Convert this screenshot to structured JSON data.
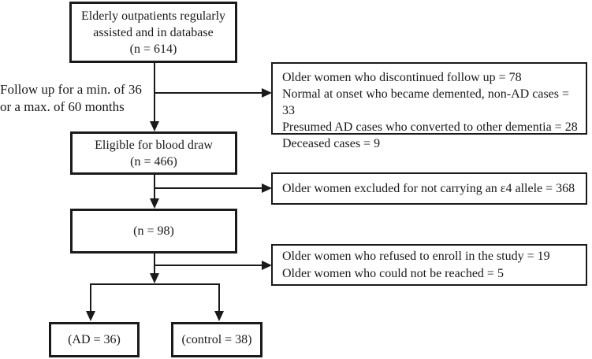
{
  "diagram": {
    "side_note": {
      "lines": [
        "Follow up for a min. of 36",
        "or a max. of 60 months"
      ]
    },
    "boxes": {
      "outpatients": {
        "lines": [
          "Elderly outpatients regularly",
          "assisted and in database",
          "(n = 614)"
        ]
      },
      "eligible": {
        "lines": [
          "Eligible for blood draw",
          "(n = 466)"
        ]
      },
      "n98": {
        "label": "(n = 98)"
      },
      "ad": {
        "label": "(AD = 36)"
      },
      "control": {
        "label": "(control = 38)"
      },
      "exclusion1": {
        "lines": [
          "Older women who discontinued follow up = 78",
          "Normal at onset who became demented, non-AD cases = 33",
          "Presumed AD cases who converted to other dementia = 28",
          "Deceased cases = 9"
        ]
      },
      "exclusion2": {
        "lines": [
          "Older women excluded for not carrying an ε4 allele = 368"
        ]
      },
      "exclusion3": {
        "lines": [
          "Older women who refused to enroll in the study = 19",
          "Older women who could not be reached = 5"
        ]
      }
    },
    "colors": {
      "line": "#1a1a1a",
      "box_border": "#1a1a1a",
      "text": "#1a1a1a",
      "background": "#ffffff"
    }
  }
}
